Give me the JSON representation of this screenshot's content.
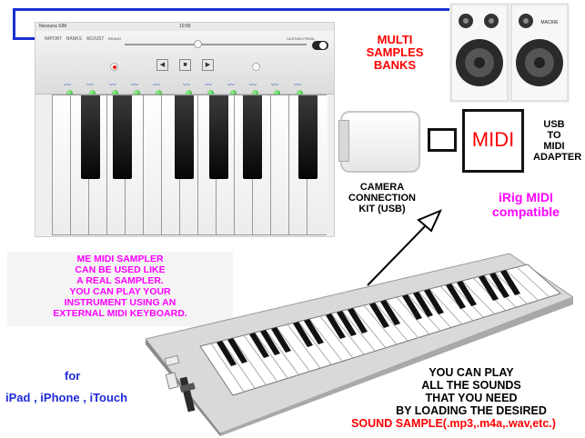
{
  "app": {
    "status_left": "Nessuna SIM",
    "status_time": "10:56",
    "tabs": [
      "IMPORT",
      "BANKS",
      "ADJUST"
    ],
    "slider_label": "BRAND",
    "switch_label": "SUSTAIN PEDAL",
    "transport": [
      "◀",
      "■",
      "▶"
    ]
  },
  "labels": {
    "banks_line1": "MULTI",
    "banks_line2": "SAMPLES",
    "banks_line3": "BANKS",
    "usb_line1": "USB",
    "usb_line2": "TO",
    "usb_line3": "MIDI",
    "usb_line4": "ADAPTER",
    "midi": "MIDI",
    "camkit_line1": "CAMERA",
    "camkit_line2": "CONNECTION",
    "camkit_line3": "KIT (USB)",
    "irig_line1": "iRig MIDI",
    "irig_line2": "compatible",
    "me_line1": "ME MIDI SAMPLER",
    "me_line2": "CAN BE USED LIKE",
    "me_line3": "A REAL SAMPLER.",
    "me_line4": "YOU CAN PLAY YOUR",
    "me_line5": "INSTRUMENT USING AN",
    "me_line6": "EXTERNAL MIDI KEYBOARD.",
    "for": "for",
    "devices": "iPad , iPhone , iTouch",
    "play_line1": "YOU CAN PLAY",
    "play_line2": "ALL THE SOUNDS",
    "play_line3": "THAT YOU NEED",
    "play_line4": "BY LOADING THE DESIRED",
    "formats": "SOUND SAMPLE(.mp3,.m4a,.wav,etc.)",
    "speaker_brand": "MACKIE"
  },
  "colors": {
    "red": "#ff0000",
    "magenta": "#ff00ff",
    "blue": "#1f2bd8",
    "led_green": "#1d9c1d",
    "wave_blue": "#2f5fbf"
  }
}
